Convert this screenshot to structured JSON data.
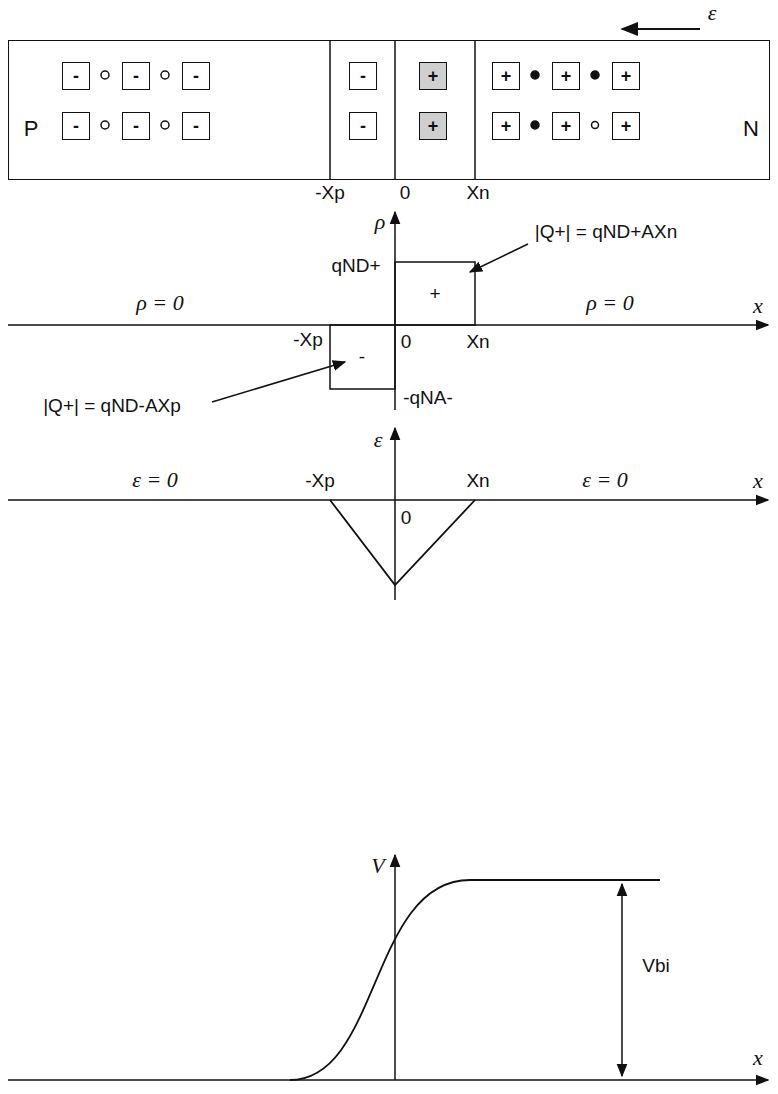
{
  "diagram": {
    "nodes": [
      {
        "text": [
          "P",
          "N"
        ]
      },
      {
        "text": [
          "-"
        ],
        "in": 0
      },
      {
        "text": [
          "-"
        ],
        "in": 0
      },
      {
        "text": [
          "-"
        ],
        "in": 0
      },
      {
        "text": [
          "-"
        ],
        "in": 0
      },
      {
        "text": [
          "+"
        ],
        "in": 0
      },
      {
        "text": [
          "+"
        ],
        "in": 0
      },
      {
        "text": [
          "+"
        ],
        "in": 0
      },
      {
        "text": [
          "+"
        ],
        "in": 0
      },
      {
        "text": [
          "-"
        ],
        "in": 0
      },
      {
        "text": [
          "-"
        ],
        "in": 0
      },
      {
        "text": [
          "-"
        ],
        "in": 0
      },
      {
        "text": [
          "-"
        ],
        "in": 0
      },
      {
        "text": [
          "+"
        ],
        "in": 0
      },
      {
        "text": [
          "+"
        ],
        "in": 0
      },
      {
        "text": [
          "+"
        ],
        "in": 0
      },
      {
        "text": [
          "+"
        ],
        "in": 0
      }
    ],
    "labels": [
      "ε",
      "-Xp",
      "0",
      "Xn",
      "ρ",
      "qND+",
      "|Q+| = qND+AXn",
      "ρ = 0",
      "+",
      "ρ = 0",
      "x",
      "-Xp",
      "0",
      "Xn",
      "-",
      "|Q+| = qND-AXp",
      "-qNA-",
      "ε",
      "ε = 0",
      "-Xp",
      "Xn",
      "ε = 0",
      "x",
      "0",
      "V",
      "Vbi",
      "x"
    ]
  }
}
